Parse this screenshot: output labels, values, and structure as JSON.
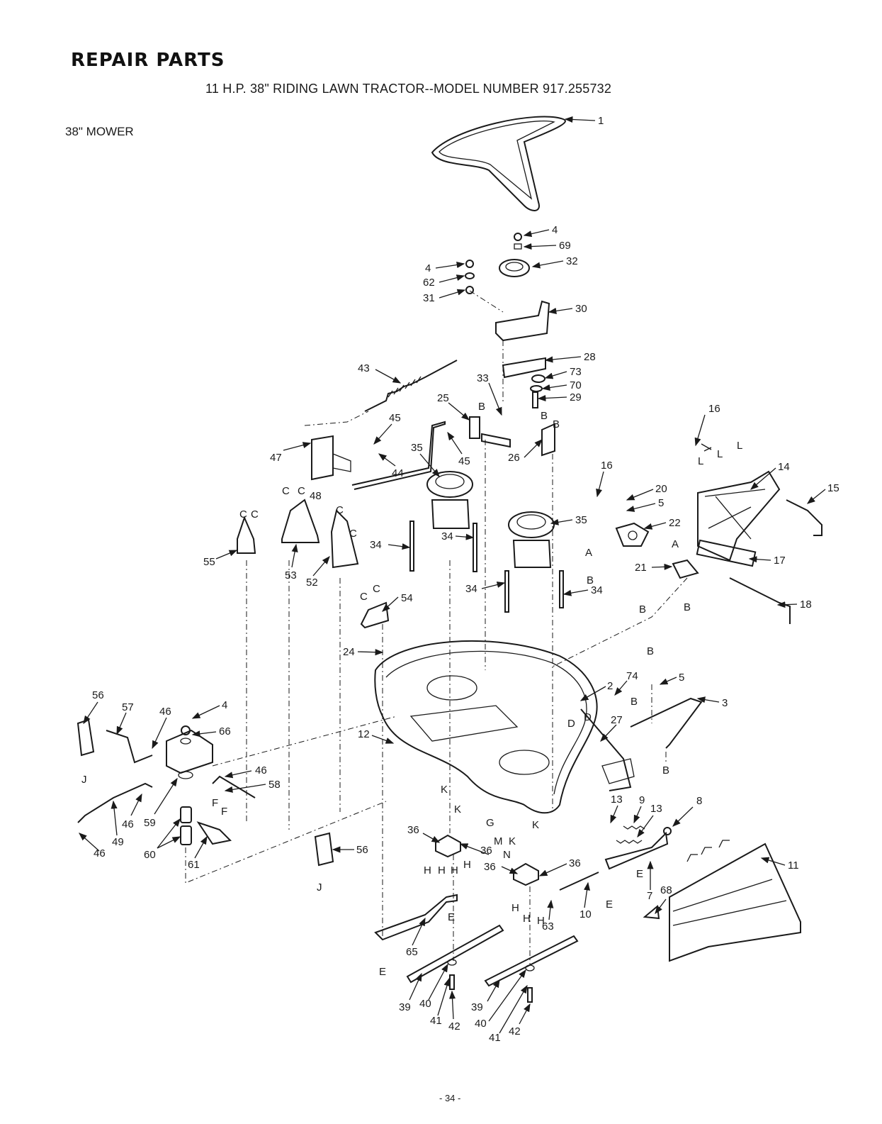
{
  "header": {
    "title": "REPAIR PARTS",
    "subtitle": "11 H.P. 38\" RIDING LAWN TRACTOR--MODEL NUMBER 917.255732",
    "section": "38\" MOWER"
  },
  "footer": {
    "page": "- 34 -"
  },
  "callouts": [
    {
      "id": "c1",
      "text": "1"
    },
    {
      "id": "c4a",
      "text": "4"
    },
    {
      "id": "c69",
      "text": "69"
    },
    {
      "id": "c32",
      "text": "32"
    },
    {
      "id": "c4b",
      "text": "4"
    },
    {
      "id": "c62",
      "text": "62"
    },
    {
      "id": "c31",
      "text": "31"
    },
    {
      "id": "c30",
      "text": "30"
    },
    {
      "id": "c28",
      "text": "28"
    },
    {
      "id": "c73",
      "text": "73"
    },
    {
      "id": "c70",
      "text": "70"
    },
    {
      "id": "c29",
      "text": "29"
    },
    {
      "id": "c43",
      "text": "43"
    },
    {
      "id": "c33",
      "text": "33"
    },
    {
      "id": "c25",
      "text": "25"
    },
    {
      "id": "c45a",
      "text": "45"
    },
    {
      "id": "c45b",
      "text": "45"
    },
    {
      "id": "c47",
      "text": "47"
    },
    {
      "id": "c44",
      "text": "44"
    },
    {
      "id": "c35a",
      "text": "35"
    },
    {
      "id": "c26",
      "text": "26"
    },
    {
      "id": "c16a",
      "text": "16"
    },
    {
      "id": "c14",
      "text": "14"
    },
    {
      "id": "c15",
      "text": "15"
    },
    {
      "id": "c16b",
      "text": "16"
    },
    {
      "id": "c20",
      "text": "20"
    },
    {
      "id": "c5a",
      "text": "5"
    },
    {
      "id": "c22",
      "text": "22"
    },
    {
      "id": "c48",
      "text": "48"
    },
    {
      "id": "c35b",
      "text": "35"
    },
    {
      "id": "c34a",
      "text": "34"
    },
    {
      "id": "c34b",
      "text": "34"
    },
    {
      "id": "c34c",
      "text": "34"
    },
    {
      "id": "c34d",
      "text": "34"
    },
    {
      "id": "c55",
      "text": "55"
    },
    {
      "id": "c53",
      "text": "53"
    },
    {
      "id": "c52",
      "text": "52"
    },
    {
      "id": "c54",
      "text": "54"
    },
    {
      "id": "c21",
      "text": "21"
    },
    {
      "id": "c17",
      "text": "17"
    },
    {
      "id": "c18",
      "text": "18"
    },
    {
      "id": "c24",
      "text": "24"
    },
    {
      "id": "c74",
      "text": "74"
    },
    {
      "id": "c5b",
      "text": "5"
    },
    {
      "id": "c2",
      "text": "2"
    },
    {
      "id": "c3",
      "text": "3"
    },
    {
      "id": "c27",
      "text": "27"
    },
    {
      "id": "c56a",
      "text": "56"
    },
    {
      "id": "c57",
      "text": "57"
    },
    {
      "id": "c46a",
      "text": "46"
    },
    {
      "id": "c4c",
      "text": "4"
    },
    {
      "id": "c66",
      "text": "66"
    },
    {
      "id": "c12",
      "text": "12"
    },
    {
      "id": "c46b",
      "text": "46"
    },
    {
      "id": "c58",
      "text": "58"
    },
    {
      "id": "c46c",
      "text": "46"
    },
    {
      "id": "c59",
      "text": "59"
    },
    {
      "id": "c49",
      "text": "49"
    },
    {
      "id": "c46d",
      "text": "46"
    },
    {
      "id": "c60",
      "text": "60"
    },
    {
      "id": "c61",
      "text": "61"
    },
    {
      "id": "c56b",
      "text": "56"
    },
    {
      "id": "c36a",
      "text": "36"
    },
    {
      "id": "c36b",
      "text": "36"
    },
    {
      "id": "c36c",
      "text": "36"
    },
    {
      "id": "c36d",
      "text": "36"
    },
    {
      "id": "c13a",
      "text": "13"
    },
    {
      "id": "c9",
      "text": "9"
    },
    {
      "id": "c13b",
      "text": "13"
    },
    {
      "id": "c8",
      "text": "8"
    },
    {
      "id": "c11",
      "text": "11"
    },
    {
      "id": "c7",
      "text": "7"
    },
    {
      "id": "c68",
      "text": "68"
    },
    {
      "id": "c10",
      "text": "10"
    },
    {
      "id": "c63",
      "text": "63"
    },
    {
      "id": "c65",
      "text": "65"
    },
    {
      "id": "c39a",
      "text": "39"
    },
    {
      "id": "c40a",
      "text": "40"
    },
    {
      "id": "c41a",
      "text": "41"
    },
    {
      "id": "c42a",
      "text": "42"
    },
    {
      "id": "c39b",
      "text": "39"
    },
    {
      "id": "c40b",
      "text": "40"
    },
    {
      "id": "c41b",
      "text": "41"
    },
    {
      "id": "c42b",
      "text": "42"
    }
  ],
  "reference_letters": [
    {
      "id": "lB1",
      "text": "B"
    },
    {
      "id": "lB2",
      "text": "B"
    },
    {
      "id": "lB3",
      "text": "B"
    },
    {
      "id": "lL1",
      "text": "L"
    },
    {
      "id": "lL2",
      "text": "L"
    },
    {
      "id": "lL3",
      "text": "L"
    },
    {
      "id": "lC1",
      "text": "C"
    },
    {
      "id": "lC2",
      "text": "C"
    },
    {
      "id": "lC3",
      "text": "C"
    },
    {
      "id": "lC4",
      "text": "C"
    },
    {
      "id": "lC5",
      "text": "C"
    },
    {
      "id": "lC6",
      "text": "C"
    },
    {
      "id": "lC7",
      "text": "C"
    },
    {
      "id": "lC8",
      "text": "C"
    },
    {
      "id": "lA1",
      "text": "A"
    },
    {
      "id": "lA2",
      "text": "A"
    },
    {
      "id": "lB4",
      "text": "B"
    },
    {
      "id": "lB5",
      "text": "B"
    },
    {
      "id": "lB6",
      "text": "B"
    },
    {
      "id": "lB7",
      "text": "B"
    },
    {
      "id": "lB8",
      "text": "B"
    },
    {
      "id": "lB9",
      "text": "B"
    },
    {
      "id": "lD1",
      "text": "D"
    },
    {
      "id": "lD2",
      "text": "D"
    },
    {
      "id": "lJ1",
      "text": "J"
    },
    {
      "id": "lF1",
      "text": "F"
    },
    {
      "id": "lF2",
      "text": "F"
    },
    {
      "id": "lJ2",
      "text": "J"
    },
    {
      "id": "lK1",
      "text": "K"
    },
    {
      "id": "lK2",
      "text": "K"
    },
    {
      "id": "lG1",
      "text": "G"
    },
    {
      "id": "lM1",
      "text": "M"
    },
    {
      "id": "lK3",
      "text": "K"
    },
    {
      "id": "lK4",
      "text": "K"
    },
    {
      "id": "lN1",
      "text": "N"
    },
    {
      "id": "lH1",
      "text": "H"
    },
    {
      "id": "lH2",
      "text": "H"
    },
    {
      "id": "lH3",
      "text": "H"
    },
    {
      "id": "lH4",
      "text": "H"
    },
    {
      "id": "lH5",
      "text": "H"
    },
    {
      "id": "lH6",
      "text": "H"
    },
    {
      "id": "lH7",
      "text": "H"
    },
    {
      "id": "lE1",
      "text": "E"
    },
    {
      "id": "lE2",
      "text": "E"
    },
    {
      "id": "lE3",
      "text": "E"
    },
    {
      "id": "lE4",
      "text": "E"
    }
  ]
}
